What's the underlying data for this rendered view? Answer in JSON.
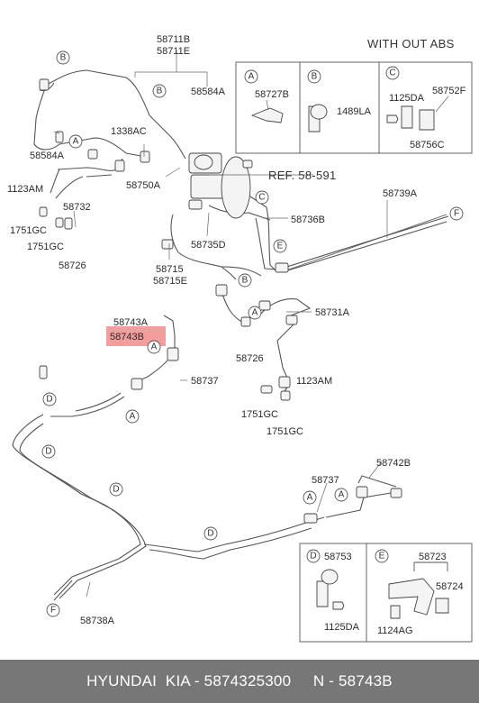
{
  "header": {
    "note": "WITH OUT ABS"
  },
  "labels": {
    "p58711B": "58711B",
    "p58711E": "58711E",
    "p58584A_top": "58584A",
    "p58584A_left": "58584A",
    "p1338AC": "1338AC",
    "p58750A": "58750A",
    "p1123AM_left": "1123AM",
    "p58732": "58732",
    "p1751GC_a": "1751GC",
    "p1751GC_b": "1751GC",
    "p58726_left": "58726",
    "ref": "REF. 58-591",
    "p58736B": "58736B",
    "p58735D": "58735D",
    "p58739A": "58739A",
    "p58715": "58715",
    "p58715E": "58715E",
    "p58731A": "58731A",
    "p58743A": "58743A",
    "p58743B": "58743B",
    "p58737_mid": "58737",
    "p58726_right": "58726",
    "p1123AM_right": "1123AM",
    "p1751GC_c": "1751GC",
    "p1751GC_d": "1751GC",
    "p58737_low": "58737",
    "p58742B": "58742B",
    "p58738A": "58738A"
  },
  "detail_box_abc": {
    "a_letter": "A",
    "a_part": "58727B",
    "b_letter": "B",
    "b_part": "1489LA",
    "c_letter": "C",
    "c_part1": "1125DA",
    "c_part2": "58752F",
    "c_part3": "58756C"
  },
  "detail_box_de": {
    "d_letter": "D",
    "d_part1": "58753",
    "d_part2": "1125DA",
    "e_letter": "E",
    "e_part1": "58723",
    "e_part2": "58724",
    "e_part3": "1124AG"
  },
  "callouts": {
    "a": "A",
    "b": "B",
    "c": "C",
    "d": "D",
    "e": "E",
    "f": "F"
  },
  "footer": {
    "text": "HYUNDAI  KIA - 5874325300     N - 58743B"
  },
  "colors": {
    "highlight": "#f28c8c",
    "footer_bg": "#777777",
    "line": "#555555"
  }
}
